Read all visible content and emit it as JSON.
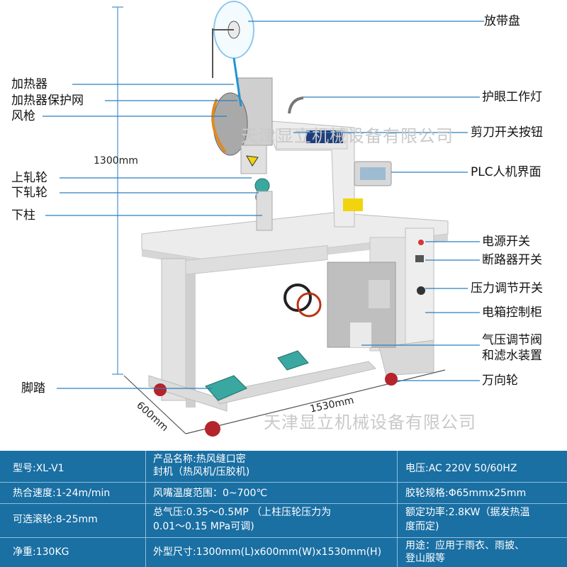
{
  "callouts": {
    "tape_reel": "放带盘",
    "heater": "加热器",
    "heater_guard": "加热器保护网",
    "air_gun": "风枪",
    "eye_lamp": "护眼工作灯",
    "cutter_switch": "剪刀开关按钮",
    "plc": "PLC人机界面",
    "upper_roller": "上轧轮",
    "lower_roller": "下轧轮",
    "lower_column": "下柱",
    "power_switch": "电源开关",
    "breaker_switch": "断路器开关",
    "pressure_switch": "压力调节开关",
    "control_cabinet": "电箱控制柜",
    "air_valve_l1": "气压调节阀",
    "air_valve_l2": "和滤水装置",
    "caster": "万向轮",
    "pedal": "脚踏"
  },
  "dimensions": {
    "height": "1300mm",
    "depth": "600mm",
    "width": "1530mm"
  },
  "watermarks": {
    "top": "天津显立机械设备有限公司",
    "bottom": "天津显立机械设备有限公司"
  },
  "specs": {
    "model": "型号:XL-V1",
    "product_l1": "产品名称:热风缝口密",
    "product_l2": "封机（热风机/压胶机)",
    "voltage": "电压:AC 220V 50/60HZ",
    "speed": "热合速度:1-24m/min",
    "temp": "风嘴温度范围：0~700℃",
    "roller_spec": "胶轮规格:Φ65mmx25mm",
    "optional_roller": "可选滚轮:8-25mm",
    "pressure_l1": "总气压:0.35～0.5MP （上柱压轮压力为",
    "pressure_l2": "0.01～0.15 MPa可调)",
    "power_l1": "额定功率:2.8KW（据发热温",
    "power_l2": "度而定)",
    "weight": "净重:130KG",
    "size": "外型尺寸:1300mm(L)x600mm(W)x1530mm(H)",
    "usage_l1": "用途：应用于雨衣、雨披、",
    "usage_l2": "登山服等"
  },
  "colors": {
    "spec_bg": "#1a6fa3",
    "pedal": "#3aa8a0",
    "machine": "#e9e9e9",
    "line": "#2a7fc0"
  }
}
